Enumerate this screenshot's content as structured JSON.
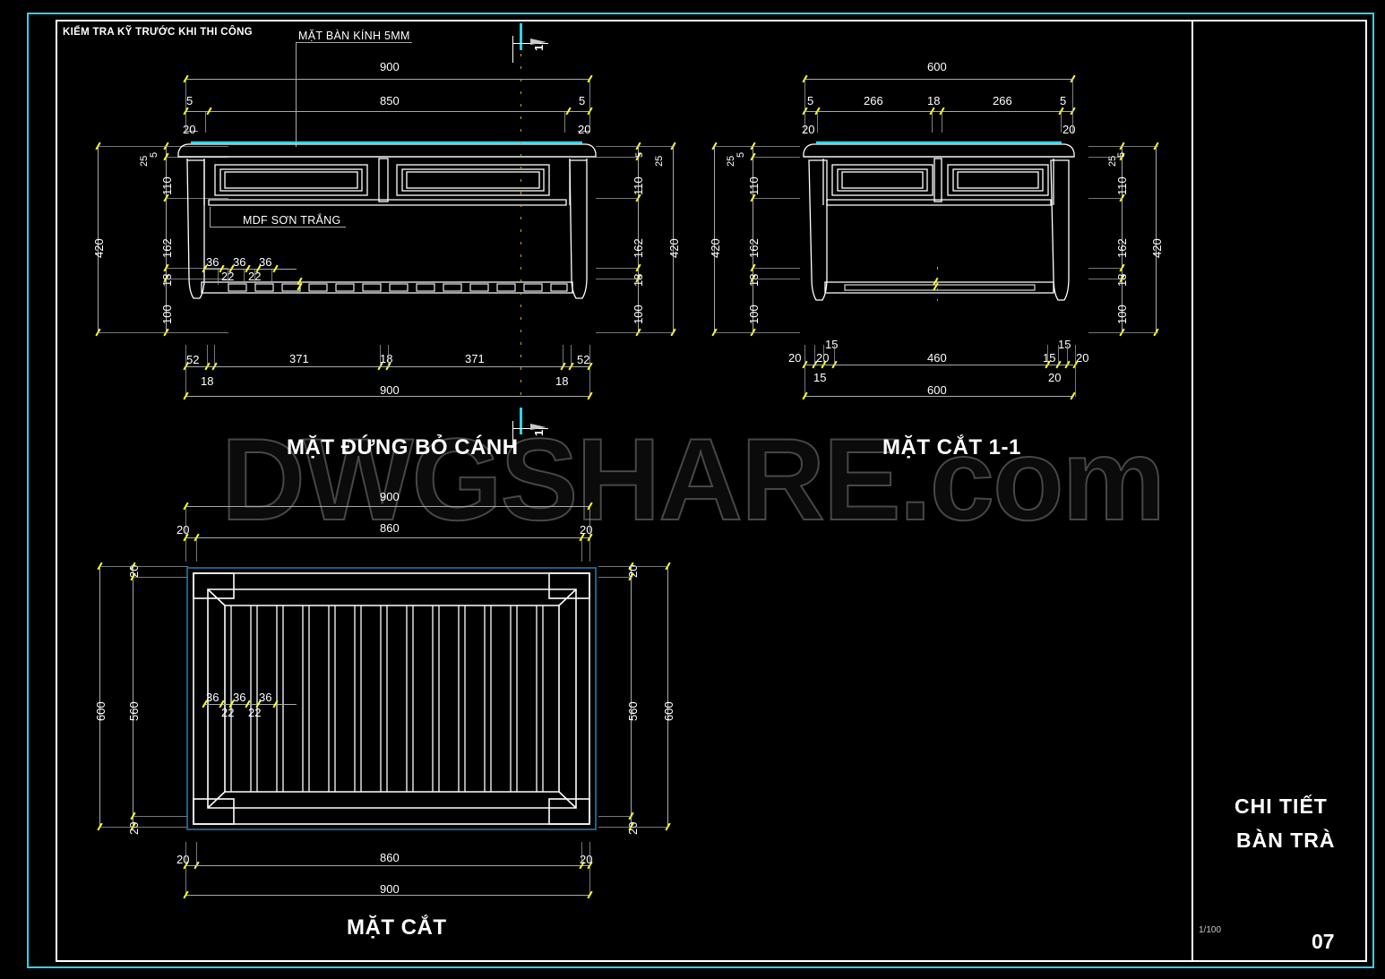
{
  "sheet": {
    "header_note": "KIỂM TRA KỸ TRƯỚC KHI THI CÔNG",
    "watermark": "DWGSHARE.com",
    "colors": {
      "background": "#000000",
      "border_cyan": "#2ad4e6",
      "border_white": "#ffffff",
      "dimension_line": "#a9a9a9",
      "dimension_tick": "#ffff2a",
      "object_line": "#ffffff",
      "glass_top": "#2ad4e6"
    }
  },
  "titleblock": {
    "title_line1": "CHI TIẾT",
    "title_line2": "BÀN TRÀ",
    "scale": "1/100",
    "sheet_number": "07"
  },
  "views": [
    {
      "id": "front-elevation",
      "title": "MẶT ĐỨNG BỎ CÁNH",
      "labels": [
        {
          "text": "MẶT BÀN KÍNH 5MM"
        },
        {
          "text": "MDF SƠN TRẮNG"
        }
      ],
      "section_marker": "1",
      "dimensions": {
        "top_outer": [
          "900"
        ],
        "top_inner": [
          "5",
          "850",
          "5"
        ],
        "top_third": [
          "20",
          "20"
        ],
        "left_outer": [
          "420"
        ],
        "left_inner": [
          "5",
          "25",
          "110",
          "162",
          "18",
          "100"
        ],
        "right_inner": [
          "5",
          "25",
          "110",
          "162",
          "18",
          "100"
        ],
        "right_outer": [
          "420"
        ],
        "bottom_upper": [
          "52",
          "371",
          "18",
          "371",
          "52"
        ],
        "bottom_small": [
          "18",
          "18"
        ],
        "bottom_outer": [
          "900"
        ],
        "slat_spacing": [
          "36",
          "36",
          "36"
        ],
        "slat_width": [
          "22",
          "22"
        ]
      }
    },
    {
      "id": "section-1-1",
      "title": "MẶT CẮT 1-1",
      "dimensions": {
        "top_outer": [
          "600"
        ],
        "top_inner": [
          "5",
          "266",
          "18",
          "266",
          "5"
        ],
        "top_third": [
          "20",
          "20"
        ],
        "left_outer": [
          "420"
        ],
        "left_inner": [
          "5",
          "25",
          "110",
          "162",
          "18",
          "100"
        ],
        "right_inner": [
          "5",
          "25",
          "110",
          "162",
          "18",
          "100"
        ],
        "right_outer": [
          "420"
        ],
        "bottom_upper": [
          "20",
          "20",
          "15",
          "460",
          "15",
          "15",
          "20",
          "20"
        ],
        "bottom_outer": [
          "600"
        ]
      }
    },
    {
      "id": "plan-section",
      "title": "MẶT CẮT",
      "dimensions": {
        "top_outer": [
          "900"
        ],
        "top_inner": [
          "20",
          "860",
          "20"
        ],
        "left_outer": [
          "600"
        ],
        "left_inner": [
          "20",
          "560",
          "20"
        ],
        "right_inner": [
          "20",
          "560",
          "20"
        ],
        "right_outer": [
          "600"
        ],
        "bottom_inner": [
          "20",
          "860",
          "20"
        ],
        "bottom_outer": [
          "900"
        ],
        "slat_spacing": [
          "36",
          "36",
          "36"
        ],
        "slat_width": [
          "22",
          "22"
        ]
      }
    }
  ]
}
